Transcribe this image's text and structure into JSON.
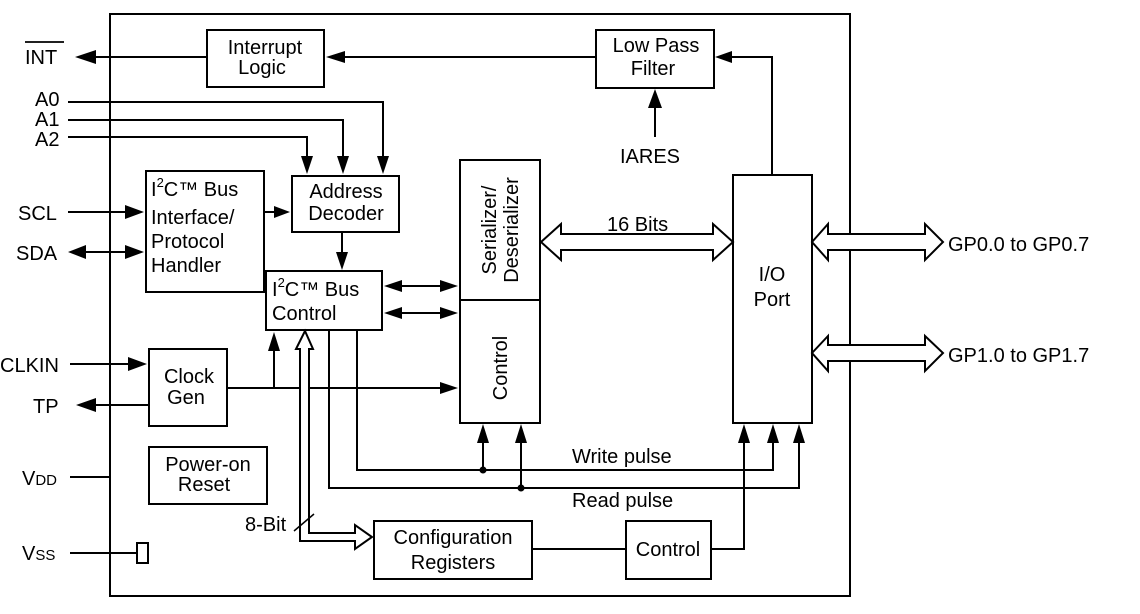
{
  "blocks": {
    "interrupt_logic": [
      "Interrupt",
      "Logic"
    ],
    "low_pass_filter": [
      "Low Pass",
      "Filter"
    ],
    "address_decoder": [
      "Address",
      "Decoder"
    ],
    "i2c_interface": {
      "prefix": "I",
      "sup": "2",
      "rest": "C™ Bus",
      "lines": [
        "Interface/",
        "Protocol",
        "Handler"
      ]
    },
    "i2c_control": {
      "prefix": "I",
      "sup": "2",
      "rest": "C™ Bus",
      "line2": "Control"
    },
    "serdes": [
      "Serializer/",
      "Deserializer"
    ],
    "control_vertical": "Control",
    "io_port": [
      "I/O",
      "Port"
    ],
    "clock_gen": [
      "Clock",
      "Gen"
    ],
    "power_on_reset": [
      "Power-on",
      "Reset"
    ],
    "config_registers": [
      "Configuration",
      "Registers"
    ],
    "control_small": "Control"
  },
  "pins": {
    "int": "INT",
    "a0": "A0",
    "a1": "A1",
    "a2": "A2",
    "scl": "SCL",
    "sda": "SDA",
    "clkin": "CLKIN",
    "tp": "TP",
    "vdd": {
      "main": "V",
      "sub": "DD"
    },
    "vss": {
      "main": "V",
      "sub": "SS"
    },
    "gp0": "GP0.0 to GP0.7",
    "gp1": "GP1.0 to GP1.7",
    "iares": "IARES"
  },
  "labels": {
    "bits16": "16 Bits",
    "write_pulse": "Write pulse",
    "read_pulse": "Read pulse",
    "bit8": "8-Bit"
  }
}
